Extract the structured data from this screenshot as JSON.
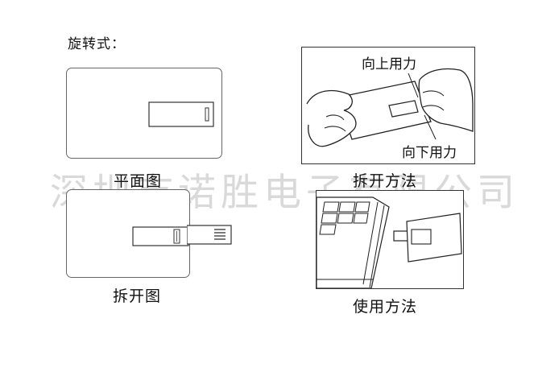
{
  "heading": "旋转式：",
  "watermark": "深圳市诺胜电子有限公司",
  "panels": {
    "flat_view": {
      "caption": "平面图"
    },
    "opened_view": {
      "caption": "拆开图"
    },
    "open_method": {
      "caption": "拆开方法",
      "label_up": "向上用力",
      "label_down": "向下用力"
    },
    "use_method": {
      "caption": "使用方法"
    }
  }
}
